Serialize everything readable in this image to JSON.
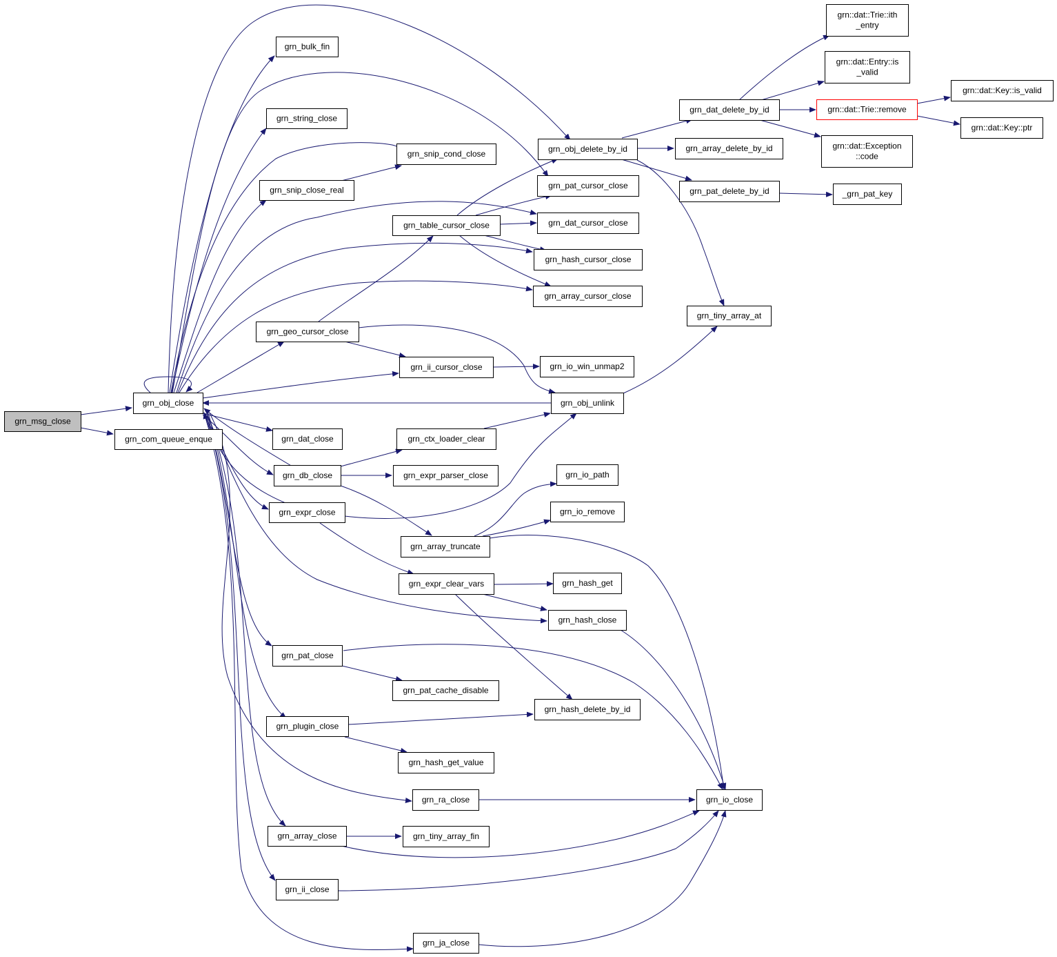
{
  "colors": {
    "edge": "#191970",
    "root_fill": "#bfbfbf",
    "red_border": "#ff0000",
    "border": "#000000"
  },
  "nodes": {
    "grn_msg_close": {
      "lines": [
        "grn_msg_close"
      ],
      "style": "root"
    },
    "grn_obj_close": {
      "lines": [
        "grn_obj_close"
      ]
    },
    "grn_com_queue_enque": {
      "lines": [
        "grn_com_queue_enque"
      ]
    },
    "grn_bulk_fin": {
      "lines": [
        "grn_bulk_fin"
      ]
    },
    "grn_string_close": {
      "lines": [
        "grn_string_close"
      ]
    },
    "grn_snip_cond_close": {
      "lines": [
        "grn_snip_cond_close"
      ]
    },
    "grn_snip_close_real": {
      "lines": [
        "grn_snip_close_real"
      ]
    },
    "grn_table_cursor_close": {
      "lines": [
        "grn_table_cursor_close"
      ]
    },
    "grn_geo_cursor_close": {
      "lines": [
        "grn_geo_cursor_close"
      ]
    },
    "grn_ii_cursor_close": {
      "lines": [
        "grn_ii_cursor_close"
      ]
    },
    "grn_io_win_unmap2": {
      "lines": [
        "grn_io_win_unmap2"
      ]
    },
    "grn_obj_unlink": {
      "lines": [
        "grn_obj_unlink"
      ]
    },
    "grn_dat_close": {
      "lines": [
        "grn_dat_close"
      ]
    },
    "grn_ctx_loader_clear": {
      "lines": [
        "grn_ctx_loader_clear"
      ]
    },
    "grn_db_close": {
      "lines": [
        "grn_db_close"
      ]
    },
    "grn_expr_parser_close": {
      "lines": [
        "grn_expr_parser_close"
      ]
    },
    "grn_expr_close": {
      "lines": [
        "grn_expr_close"
      ]
    },
    "grn_io_path": {
      "lines": [
        "grn_io_path"
      ]
    },
    "grn_io_remove": {
      "lines": [
        "grn_io_remove"
      ]
    },
    "grn_array_truncate": {
      "lines": [
        "grn_array_truncate"
      ]
    },
    "grn_expr_clear_vars": {
      "lines": [
        "grn_expr_clear_vars"
      ]
    },
    "grn_hash_get": {
      "lines": [
        "grn_hash_get"
      ]
    },
    "grn_hash_close": {
      "lines": [
        "grn_hash_close"
      ]
    },
    "grn_pat_close": {
      "lines": [
        "grn_pat_close"
      ]
    },
    "grn_pat_cache_disable": {
      "lines": [
        "grn_pat_cache_disable"
      ]
    },
    "grn_hash_delete_by_id": {
      "lines": [
        "grn_hash_delete_by_id"
      ]
    },
    "grn_plugin_close": {
      "lines": [
        "grn_plugin_close"
      ]
    },
    "grn_hash_get_value": {
      "lines": [
        "grn_hash_get_value"
      ]
    },
    "grn_ra_close": {
      "lines": [
        "grn_ra_close"
      ]
    },
    "grn_io_close": {
      "lines": [
        "grn_io_close"
      ]
    },
    "grn_array_close": {
      "lines": [
        "grn_array_close"
      ]
    },
    "grn_tiny_array_fin": {
      "lines": [
        "grn_tiny_array_fin"
      ]
    },
    "grn_ii_close": {
      "lines": [
        "grn_ii_close"
      ]
    },
    "grn_ja_close": {
      "lines": [
        "grn_ja_close"
      ]
    },
    "grn_obj_delete_by_id": {
      "lines": [
        "grn_obj_delete_by_id"
      ]
    },
    "grn_pat_cursor_close": {
      "lines": [
        "grn_pat_cursor_close"
      ]
    },
    "grn_dat_cursor_close": {
      "lines": [
        "grn_dat_cursor_close"
      ]
    },
    "grn_hash_cursor_close": {
      "lines": [
        "grn_hash_cursor_close"
      ]
    },
    "grn_array_cursor_close": {
      "lines": [
        "grn_array_cursor_close"
      ]
    },
    "grn_dat_delete_by_id": {
      "lines": [
        "grn_dat_delete_by_id"
      ]
    },
    "grn_array_delete_by_id": {
      "lines": [
        "grn_array_delete_by_id"
      ]
    },
    "grn_pat_delete_by_id": {
      "lines": [
        "grn_pat_delete_by_id"
      ]
    },
    "grn_tiny_array_at": {
      "lines": [
        "grn_tiny_array_at"
      ]
    },
    "_grn_pat_key": {
      "lines": [
        "_grn_pat_key"
      ]
    },
    "Trie_ith_entry": {
      "lines": [
        "grn::dat::Trie::ith",
        "_entry"
      ]
    },
    "Entry_is_valid": {
      "lines": [
        "grn::dat::Entry::is",
        "_valid"
      ]
    },
    "Trie_remove": {
      "lines": [
        "grn::dat::Trie::remove"
      ],
      "style": "red"
    },
    "Exception_code": {
      "lines": [
        "grn::dat::Exception",
        "::code"
      ]
    },
    "Key_is_valid": {
      "lines": [
        "grn::dat::Key::is_valid"
      ]
    },
    "Key_ptr": {
      "lines": [
        "grn::dat::Key::ptr"
      ]
    }
  }
}
